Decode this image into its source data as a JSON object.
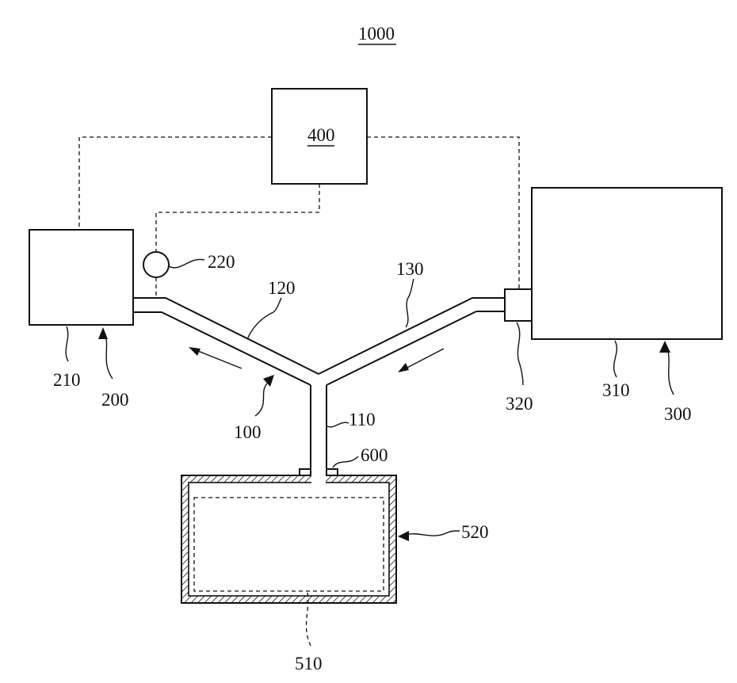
{
  "figure": {
    "title": "1000",
    "labels": {
      "controller": "400",
      "valve": "220",
      "branch_left": "120",
      "branch_right": "130",
      "pump_unit": "210",
      "pump_assembly": "200",
      "pipe_assembly": "100",
      "pipe_stem": "110",
      "seal": "600",
      "connector": "320",
      "tank_unit": "310",
      "tank_assembly": "300",
      "chamber_shell": "520",
      "chamber_inner": "510"
    }
  }
}
